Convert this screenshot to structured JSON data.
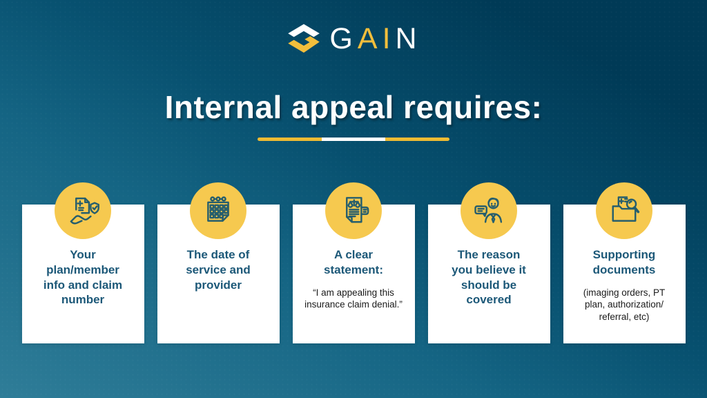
{
  "colors": {
    "background_bottom_left": "#2F7D98",
    "background_top_right": "#003A56",
    "accent_yellow": "#EFBB33",
    "circle_yellow": "#F6C94F",
    "card_background": "#FFFFFF",
    "card_title_text": "#1C5878",
    "card_subtext_text": "#1A1A1A",
    "icon_stroke": "#265E6D",
    "title_text": "#FFFFFF"
  },
  "logo": {
    "text": "GAIN",
    "letters": [
      {
        "char": "G",
        "color": "#FFFFFF"
      },
      {
        "char": "A",
        "color": "#F2BE3C"
      },
      {
        "char": "I",
        "color": "#F2BE3C"
      },
      {
        "char": "N",
        "color": "#FFFFFF"
      }
    ],
    "mark": "gain-chevron-hexagon-mark"
  },
  "header": {
    "title": "Internal appeal requires:"
  },
  "cards": [
    {
      "icon": "claim-document-shield-icon",
      "title": "Your plan/member info and claim number",
      "subtext": ""
    },
    {
      "icon": "calendar-icon",
      "title": "The date of service and provider",
      "subtext": ""
    },
    {
      "icon": "legal-statement-document-icon",
      "title": "A clear statement:",
      "subtext": "“I am appealing this insurance claim denial.”"
    },
    {
      "icon": "person-speech-bubble-icon",
      "title": "The reason you believe it should be covered",
      "subtext": ""
    },
    {
      "icon": "folder-magnifier-icon",
      "title": "Supporting documents",
      "subtext": "(imaging orders, PT plan, authorization/ referral, etc)"
    }
  ]
}
